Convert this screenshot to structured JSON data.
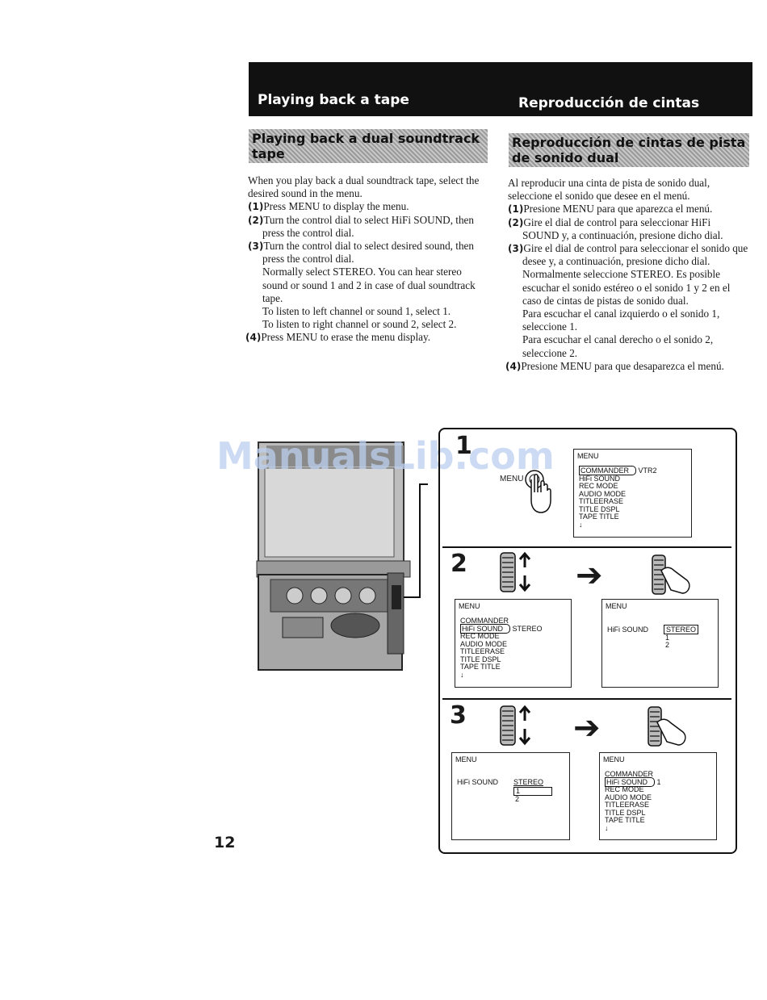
{
  "header": {
    "left_title": "Playing back a tape",
    "right_title": "Reproducción de cintas"
  },
  "english": {
    "subheading": "Playing back a dual soundtrack tape",
    "intro": "When you play back a dual soundtrack tape, select the desired sound in the menu.",
    "steps": [
      {
        "num": "(1)",
        "text": "Press MENU to display the menu."
      },
      {
        "num": "(2)",
        "text": "Turn the control dial to select HiFi SOUND, then press the control dial."
      },
      {
        "num": "(3)",
        "text": "Turn the control dial to select desired sound, then press the control dial."
      },
      {
        "num": "(4)",
        "text": "Press MENU to erase the menu display."
      }
    ],
    "notes": [
      "Normally select STEREO. You can hear stereo sound or sound 1 and 2 in case of dual soundtrack tape.",
      "To listen to left channel or sound 1, select 1.",
      "To listen to right channel or sound 2, select 2."
    ]
  },
  "spanish": {
    "subheading": "Reproducción de cintas de pista de sonido dual",
    "intro": "Al reproducir una cinta de pista de sonido dual, seleccione el sonido que desee en el menú.",
    "steps": [
      {
        "num": "(1)",
        "text": "Presione MENU para que aparezca el menú."
      },
      {
        "num": "(2)",
        "text": "Gire el dial de control para seleccionar HiFi SOUND y, a continuación, presione dicho dial."
      },
      {
        "num": "(3)",
        "text": "Gire el dial de control para seleccionar el sonido que desee y, a continuación, presione dicho dial."
      },
      {
        "num": "(4)",
        "text": "Presione MENU para que desaparezca el menú."
      }
    ],
    "notes": [
      "Normalmente seleccione STEREO. Es posible escuchar el sonido estéreo o el sonido 1 y 2 en el caso de cintas de pistas de sonido dual.",
      "Para escuchar el canal izquierdo o el sonido 1, seleccione 1.",
      "Para escuchar el canal derecho o el sonido 2, seleccione 2."
    ]
  },
  "watermark": "ManualsLib.com",
  "page_number": "12",
  "diagram": {
    "step_numbers": [
      "1",
      "2",
      "3"
    ],
    "menu_button_label": "MENU",
    "menu_title": "MENU",
    "menu1_items": [
      "COMMANDER",
      "HiFi SOUND",
      "REC MODE",
      "AUDIO MODE",
      "TITLEERASE",
      "TITLE DSPL",
      "TAPE TITLE",
      "↓"
    ],
    "menu1_commander_value": "VTR2",
    "menu2a_items": [
      "COMMANDER",
      "HiFi SOUND",
      "REC MODE",
      "AUDIO MODE",
      "TITLEERASE",
      "TITLE DSPL",
      "TAPE TITLE",
      "↓"
    ],
    "menu2a_hifi_value": "STEREO",
    "menu2b_label": "HiFi SOUND",
    "menu2b_options": [
      "STEREO",
      "1",
      "2"
    ],
    "menu3a_label": "HiFi SOUND",
    "menu3a_options": [
      "STEREO",
      "1",
      "2"
    ],
    "menu3b_items": [
      "COMMANDER",
      "HiFi SOUND",
      "REC MODE",
      "AUDIO MODE",
      "TITLEERASE",
      "TITLE DSPL",
      "TAPE TITLE",
      "↓"
    ],
    "menu3b_hifi_value": "1"
  }
}
